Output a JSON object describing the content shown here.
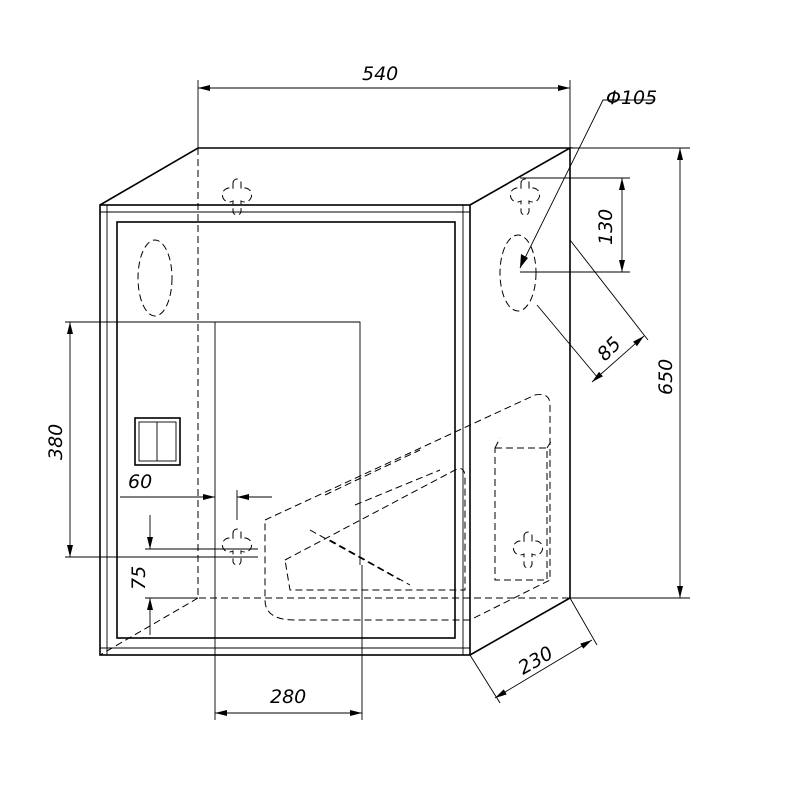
{
  "dimensions": {
    "width": "540",
    "hole_diameter": "Φ105",
    "hole_offset_top": "130",
    "height": "650",
    "hole_offset_side": "85",
    "depth": "230",
    "panel_height": "380",
    "panel_offset": "60",
    "bottom_offset": "75",
    "panel_width": "280"
  }
}
